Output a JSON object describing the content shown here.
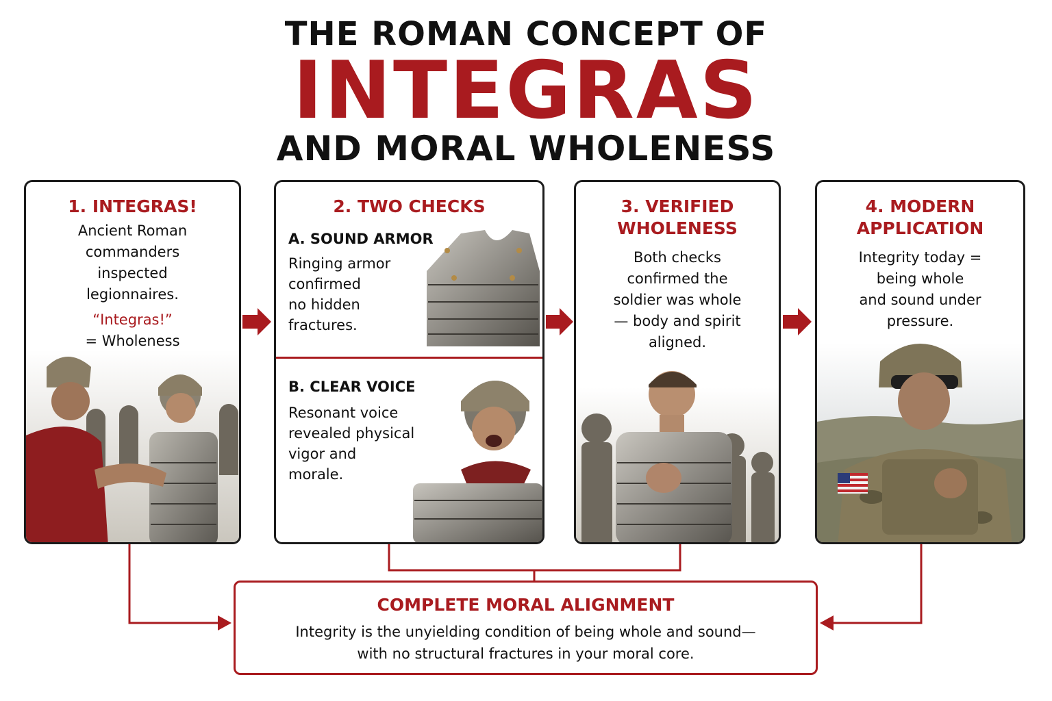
{
  "header": {
    "line1": "THE ROMAN CONCEPT OF",
    "line2": "INTEGRAS",
    "line3": "AND MORAL WHOLENESS"
  },
  "panel1": {
    "title": "1. INTEGRAS!",
    "text": [
      "Ancient Roman",
      "commanders",
      "inspected",
      "legionnaires."
    ],
    "quote": "“Integras!”",
    "meaning": "= Wholeness"
  },
  "panel2": {
    "title": "2. TWO CHECKS",
    "check_a": {
      "title": "A. SOUND ARMOR",
      "text": [
        "Ringing armor",
        "confirmed",
        "no hidden",
        "fractures."
      ]
    },
    "check_b": {
      "title": "B. CLEAR VOICE",
      "text": [
        "Resonant voice",
        "revealed physical",
        "vigor and",
        "morale."
      ]
    }
  },
  "panel3": {
    "title": [
      "3. VERIFIED",
      "WHOLENESS"
    ],
    "text": [
      "Both checks",
      "confirmed the",
      "soldier was whole",
      "— body and spirit",
      "aligned."
    ]
  },
  "panel4": {
    "title": [
      "4. MODERN",
      "APPLICATION"
    ],
    "text": [
      "Integrity today =",
      "being whole",
      "and sound under",
      "pressure."
    ]
  },
  "conclusion": {
    "title": "COMPLETE MORAL ALIGNMENT",
    "text": [
      "Integrity is the unyielding condition of being whole and sound—",
      "with no structural fractures in your moral core."
    ]
  },
  "colors": {
    "accent": "#a91b1f",
    "border": "#1c1c1c",
    "text": "#111111"
  }
}
